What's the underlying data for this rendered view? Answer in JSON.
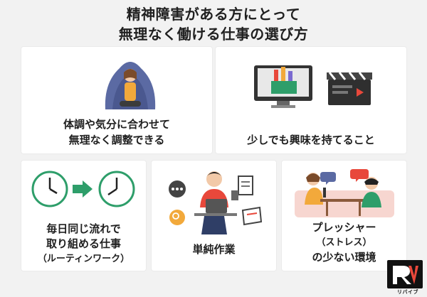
{
  "title": {
    "line1": "精神障害がある方にとって",
    "line2": "無理なく働ける仕事の選び方"
  },
  "cards": [
    {
      "lines": [
        "体調や気分に合わせて",
        "無理なく調整できる"
      ],
      "illustration": "person-under-blanket-icon"
    },
    {
      "lines": [
        "少しでも興味を持てること"
      ],
      "illustration": "creative-tools-icon"
    },
    {
      "lines": [
        "毎日同じ流れで",
        "取り組める仕事",
        "（ルーティンワーク）"
      ],
      "illustration": "clocks-arrow-icon"
    },
    {
      "lines": [
        "単純作業"
      ],
      "illustration": "office-worker-icon"
    },
    {
      "lines": [
        "プレッシャー",
        "（ストレス）",
        "の少ない環境"
      ],
      "illustration": "conversation-icon"
    }
  ],
  "logo": {
    "mark": "R",
    "caption": "リバイブ"
  },
  "colors": {
    "background": "#f2f2f2",
    "card": "#ffffff",
    "accent_green": "#2e9e6a",
    "accent_red": "#e8483b",
    "blanket_blue": "#5b6aa3",
    "text": "#202020"
  }
}
